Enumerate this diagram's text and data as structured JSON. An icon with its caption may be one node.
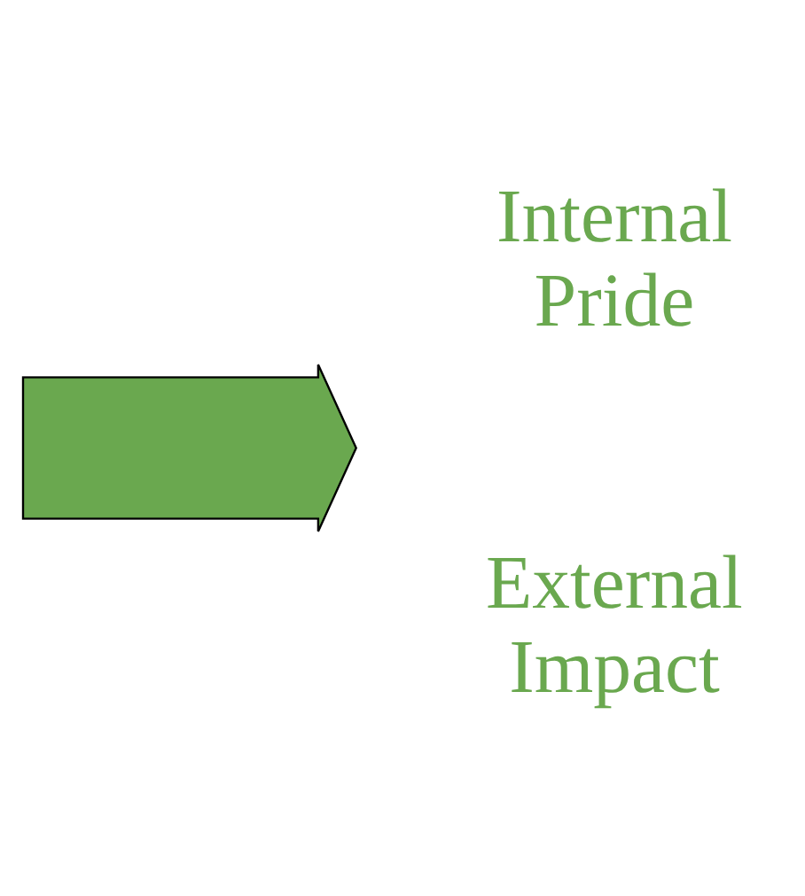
{
  "diagram": {
    "nodes": [
      {
        "text": [],
        "shape": "arrow"
      }
    ],
    "labels": [
      "Internal Pride",
      "External Impact"
    ]
  }
}
